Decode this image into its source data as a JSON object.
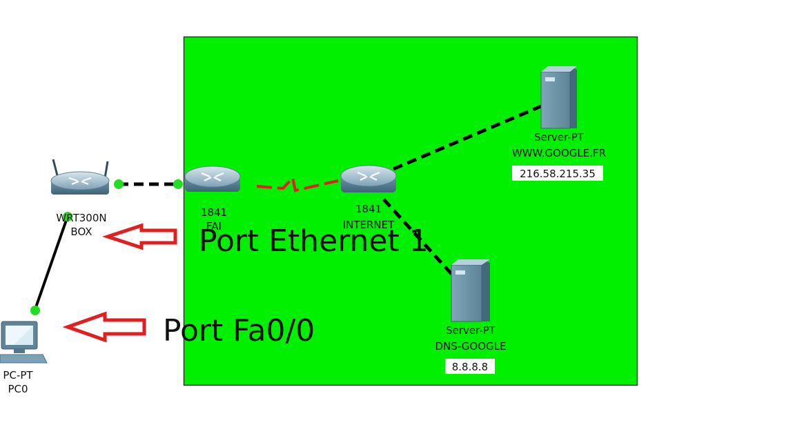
{
  "colors": {
    "area": "#00f000",
    "area_border": "#333333",
    "link": "#000000",
    "serial": "#e21f1f",
    "port_up": "#22dd22",
    "arrow": "#e21f1f"
  },
  "devices": {
    "box": {
      "icon": "wireless-router-icon",
      "model": "WRT300N",
      "name": "BOX"
    },
    "pc": {
      "icon": "pc-icon",
      "model": "PC-PT",
      "name": "PC0"
    },
    "fai": {
      "icon": "router-icon",
      "model": "1841",
      "name": "FAI"
    },
    "internet": {
      "icon": "router-icon",
      "model": "1841",
      "name": "INTERNET"
    },
    "web": {
      "icon": "server-icon",
      "model": "Server-PT",
      "name": "WWW.GOOGLE.FR",
      "ip": "216.58.215.35"
    },
    "dns": {
      "icon": "server-icon",
      "model": "Server-PT",
      "name": "DNS-GOOGLE",
      "ip": "8.8.8.8"
    }
  },
  "annotations": {
    "port_ethernet": "Port Ethernet 1",
    "port_fa": "Port Fa0/0"
  }
}
